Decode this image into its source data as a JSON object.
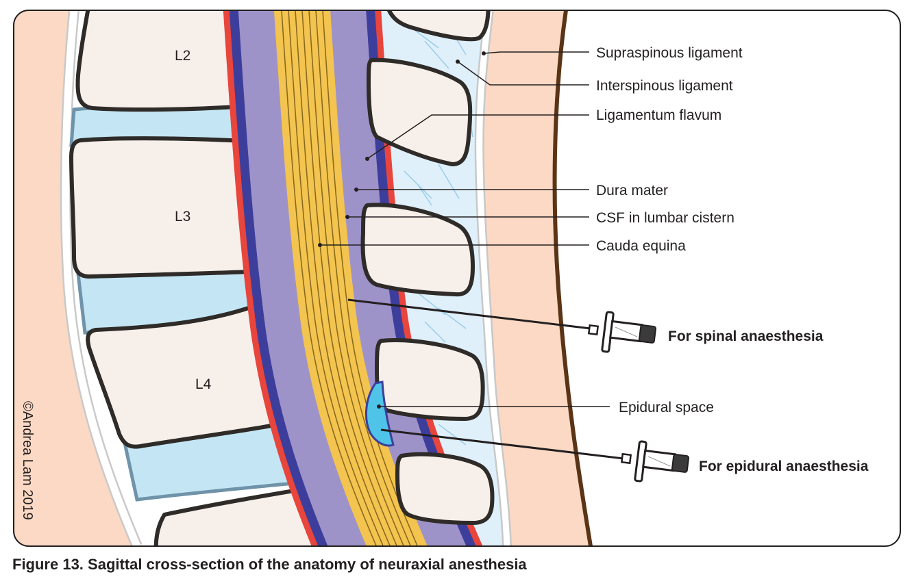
{
  "vertebrae": {
    "l2": "L2",
    "l3": "L3",
    "l4": "L4"
  },
  "labels": {
    "supraspinous": "Supraspinous ligament",
    "interspinous": "Interspinous ligament",
    "flavum": "Ligamentum flavum",
    "dura": "Dura mater",
    "csf": "CSF in lumbar cistern",
    "cauda": "Cauda equina",
    "epidural_space": "Epidural space"
  },
  "needles": {
    "spinal": "For spinal anaesthesia",
    "epidural": "For epidural anaesthesia"
  },
  "credit": "©Andrea Lam 2019",
  "caption": "Figure 13. Sagittal cross-section of the anatomy of neuraxial anesthesia",
  "colors": {
    "skin": "#fbd9c4",
    "bone_fill": "#f7efea",
    "disc": "#c4e6f4",
    "ligament": "#dff0fa",
    "dura": "#e8453c",
    "arachnoid": "#3d3e9c",
    "csf": "#9e93c8",
    "cauda": "#f3c44f",
    "epidural_fat": "#4fc3e8",
    "skin_line": "#5a3416"
  }
}
